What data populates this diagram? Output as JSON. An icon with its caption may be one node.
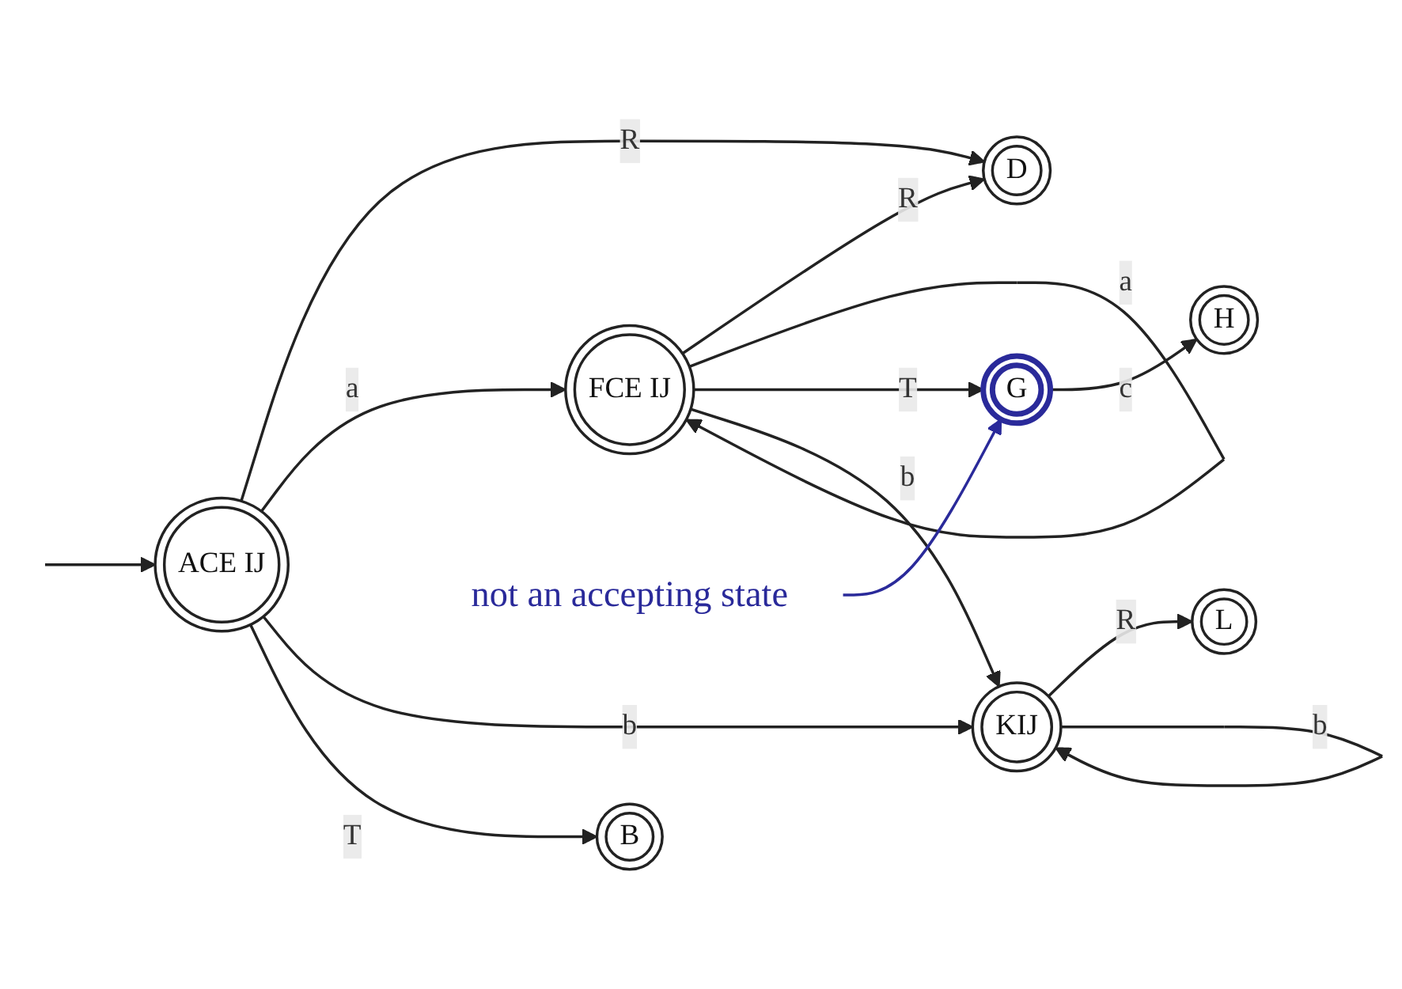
{
  "diagram": {
    "nodes": [
      {
        "text": [
          "ACE IJ"
        ]
      },
      {
        "text": [
          "D"
        ]
      },
      {
        "text": [
          "FCE IJ"
        ]
      },
      {
        "text": [
          "G"
        ]
      },
      {
        "text": [
          "H"
        ]
      },
      {
        "text": [
          "KIJ"
        ]
      },
      {
        "text": [
          "L"
        ]
      },
      {
        "text": [
          "B"
        ]
      },
      {
        "text": [
          "not an accepting state"
        ]
      }
    ],
    "edges": [
      {
        "from": null,
        "to": 0,
        "arrow": "to"
      },
      {
        "from": 0,
        "to": 1,
        "arrow": "to",
        "label": "R"
      },
      {
        "from": 0,
        "to": 2,
        "arrow": "to",
        "label": "a"
      },
      {
        "from": 0,
        "to": 5,
        "arrow": "to",
        "label": "b"
      },
      {
        "from": 0,
        "to": 7,
        "arrow": "to",
        "label": "T"
      },
      {
        "from": 2,
        "to": 1,
        "arrow": "to",
        "label": "R"
      },
      {
        "from": 2,
        "to": 2,
        "arrow": "to",
        "label": "a"
      },
      {
        "from": 2,
        "to": 3,
        "arrow": "to",
        "label": "T"
      },
      {
        "from": 2,
        "to": 5,
        "arrow": "to",
        "label": "b"
      },
      {
        "from": 3,
        "to": 4,
        "arrow": "to",
        "label": "c"
      },
      {
        "from": 5,
        "to": 6,
        "arrow": "to",
        "label": "R"
      },
      {
        "from": 5,
        "to": 5,
        "arrow": "to",
        "label": "b"
      },
      {
        "from": 8,
        "to": 3,
        "arrow": "to",
        "color": "#2a2a9a"
      }
    ]
  }
}
